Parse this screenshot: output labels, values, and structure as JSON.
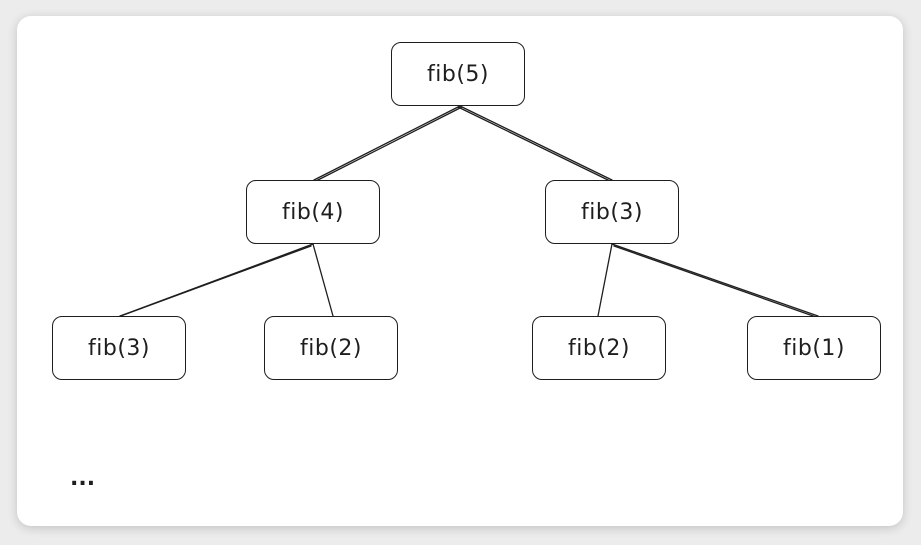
{
  "nodes": [
    {
      "id": "root",
      "label": "fib(5)"
    },
    {
      "id": "l1",
      "label": "fib(4)"
    },
    {
      "id": "r1",
      "label": "fib(3)"
    },
    {
      "id": "ll",
      "label": "fib(3)"
    },
    {
      "id": "lr",
      "label": "fib(2)"
    },
    {
      "id": "rl",
      "label": "fib(2)"
    },
    {
      "id": "rr",
      "label": "fib(1)"
    }
  ],
  "edges": [
    {
      "from": "root",
      "to": "l1"
    },
    {
      "from": "root",
      "to": "r1"
    },
    {
      "from": "l1",
      "to": "ll"
    },
    {
      "from": "l1",
      "to": "lr"
    },
    {
      "from": "r1",
      "to": "rl"
    },
    {
      "from": "r1",
      "to": "rr"
    }
  ],
  "continuation": "..."
}
